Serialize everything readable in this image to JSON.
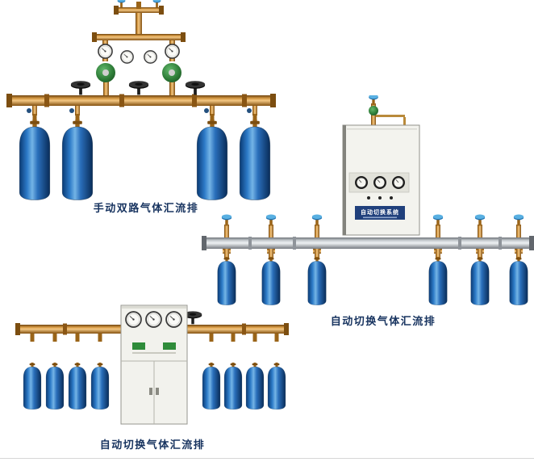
{
  "page": {
    "background": "#ffffff"
  },
  "products": [
    {
      "caption": "手动双路气体汇流排"
    },
    {
      "caption": "自动切换气体汇流排"
    },
    {
      "caption": "自动切换气体汇流排"
    }
  ],
  "cabinet": {
    "label": "自动切换系统"
  },
  "colors": {
    "caption_text": "#17335f",
    "cylinder_blue": "#2d7bc8",
    "brass_pipe": "#d89b45",
    "manifold_silver": "#ccd1d5",
    "cabinet_body": "#f3f3ee",
    "regulator_green": "#2e7d38",
    "label_plate_blue": "#20407c"
  }
}
